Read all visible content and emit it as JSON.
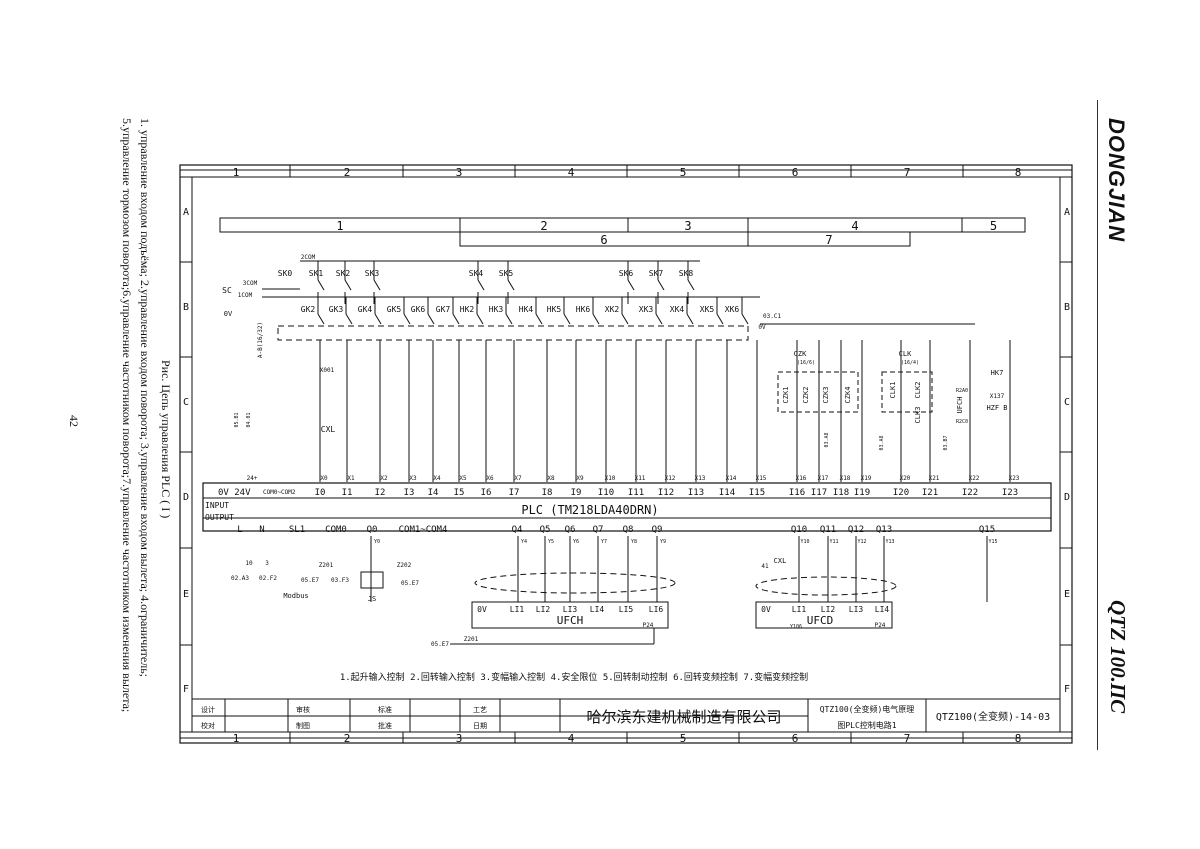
{
  "brand": "DONGJIAN",
  "doc_code": "QTZ 100.ПС",
  "caption": {
    "lines": [
      "1.   управление входом подъёма; 2.управление входом поворота; 3.управление входом вылета; 4.ограничитель;",
      "5.управление тормозом поворота;6.управление частотником поворота;7.управление частотником изменения вылета;"
    ],
    "figure_label": "Рис.     Цепь управления PLC ( I )",
    "page_number": "42"
  },
  "diagram": {
    "col_labels": [
      "1",
      "2",
      "3",
      "4",
      "5",
      "6",
      "7",
      "8"
    ],
    "row_labels": [
      "A",
      "B",
      "C",
      "D",
      "E",
      "F"
    ],
    "bands_top": [
      "1",
      "2",
      "3",
      "4",
      "5"
    ],
    "bands_bottom": [
      "6",
      "7"
    ],
    "top_switches": [
      "SK0",
      "SK1",
      "SK2",
      "SK3",
      "SK4",
      "SK5",
      "SK6",
      "SK7",
      "SK8"
    ],
    "second_switches": [
      "GK2",
      "GK3",
      "GK4",
      "GK5",
      "GK6",
      "GK7",
      "HK2",
      "HK3",
      "HK4",
      "HK5",
      "HK6",
      "XK2",
      "XK3",
      "XK4",
      "XK5",
      "XK6"
    ],
    "wire_labels": {
      "com2": "2COM",
      "com3": "3COM",
      "com1": "1COM",
      "sc": "SC",
      "zero_v": "0V",
      "side_label": "A-B(16/32)",
      "x001": "X001",
      "cxl": "CXL",
      "d3c1": "03.C1",
      "zero_v2": "0V",
      "czk": "CZK",
      "czk_ref": "(16/6)",
      "clk": "CLK",
      "clk_ref": "(16/4)",
      "hk7": "HK7",
      "x137": "X137",
      "hzfb": "HZF B",
      "r2a0": "R2A0",
      "r2c0": "R2C0",
      "a0581": "05.B1",
      "a0401": "04.01",
      "x24": "24+",
      "d3a8": "03.A8",
      "d3a8b": "03.A8",
      "d3b7": "03.B7"
    },
    "relays": [
      "CZK1",
      "CZK2",
      "CZK3",
      "CZK4",
      "CLK1",
      "CLK2",
      "CLK3",
      "UFCH"
    ],
    "input_wires": [
      "X0",
      "X1",
      "X2",
      "X3",
      "X4",
      "X5",
      "X6",
      "X7",
      "X8",
      "X9",
      "X10",
      "X11",
      "X12",
      "X13",
      "X14",
      "X15",
      "X16",
      "X17",
      "X18",
      "X19",
      "X20",
      "X21",
      "X22",
      "X23"
    ],
    "plc_inputs": [
      "I0",
      "I1",
      "I2",
      "I3",
      "I4",
      "I5",
      "I6",
      "I7",
      "I8",
      "I9",
      "I10",
      "I11",
      "I12",
      "I13",
      "I14",
      "I15",
      "I16",
      "I17",
      "I18",
      "I19",
      "I20",
      "I21",
      "I22",
      "I23"
    ],
    "plc_title": "PLC (TM218LDA40DRN)",
    "plc_power": "0V 24V",
    "plc_com_in": "COM0~COM2",
    "plc_input_label": "INPUT",
    "plc_output_label": "OUTPUT",
    "plc_outputs": [
      "L",
      "N",
      "SL1",
      "COM0",
      "Q0",
      "COM1~COM4",
      "Q4",
      "Q5",
      "Q6",
      "Q7",
      "Q8",
      "Q9",
      "Q10",
      "Q11",
      "Q12",
      "Q13",
      "Q15"
    ],
    "out_wires": [
      "Y0",
      "Y4",
      "Y5",
      "Y6",
      "Y7",
      "Y8",
      "Y9",
      "Y10",
      "Y11",
      "Y12",
      "Y13",
      "Y15"
    ],
    "lower_labels": {
      "w10": "10",
      "w3": "3",
      "a02a3": "02.A3",
      "a02f2": "02.F2",
      "z201": "Z201",
      "a03f3": "03.F3",
      "a05e7": "05.E7",
      "z202": "Z202",
      "a05e7b": "05.E7",
      "js": "JS",
      "modbus": "Modbus",
      "cxl2": "CXL",
      "w41": "41",
      "y106": "Y106",
      "p24a": "P24",
      "p24b": "P24",
      "z201b": "Z201",
      "a05e7c": "05.E7"
    },
    "vfd_left": {
      "name": "UFCH",
      "terms": [
        "0V",
        "LI1",
        "LI2",
        "LI3",
        "LI4",
        "LI5",
        "LI6"
      ]
    },
    "vfd_right": {
      "name": "UFCD",
      "terms": [
        "0V",
        "LI1",
        "LI2",
        "LI3",
        "LI4"
      ]
    },
    "legend": "1.起升输入控制  2.回转输入控制  3.变幅输入控制  4.安全限位  5.回转制动控制  6.回转变频控制  7.变幅变频控制",
    "title_block": {
      "company": "哈尔滨东建机械制造有限公司",
      "drawing_title_1": "QTZ100(全变频)电气原理",
      "drawing_title_2": "图PLC控制电路1",
      "drawing_no": "QTZ100(全变频)-14-03",
      "cells": [
        "设计",
        "校对",
        "审核",
        "制图",
        "标准",
        "批准",
        "工艺",
        "日期"
      ]
    }
  }
}
